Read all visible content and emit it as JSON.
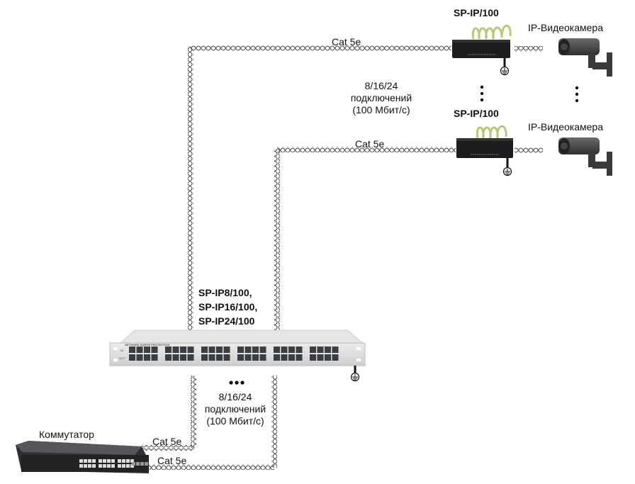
{
  "devices": {
    "sp_ip_top": {
      "label": "SP-IP/100"
    },
    "sp_ip_bottom": {
      "label": "SP-IP/100"
    },
    "camera_top": {
      "label": "IP-Видеокамера"
    },
    "camera_bottom": {
      "label": "IP-Видеокамера"
    },
    "panel": {
      "labels": [
        "SP-IP8/100,",
        "SP-IP16/100,",
        "SP-IP24/100"
      ],
      "brand_text": "NETWORK SURGE PROTECTION",
      "row_in": "IN",
      "row_out": "OUT"
    },
    "switch": {
      "label": "Коммутатор"
    }
  },
  "cables": {
    "top": "Cat 5e",
    "middle": "Cat 5e",
    "switch_upper": "Cat 5e",
    "switch_lower": "Cat 5e"
  },
  "connections_top": [
    "8/16/24",
    "подключений",
    "(100 Мбит/с)"
  ],
  "connections_bottom": [
    "8/16/24",
    "подключений",
    "(100 Мбит/с)"
  ],
  "ellipsis": "•••",
  "colors": {
    "cable": "#444444",
    "device_dark": "#1c1c1c",
    "panel": "#d9d9d9",
    "ground_wire": "#b8c878"
  }
}
